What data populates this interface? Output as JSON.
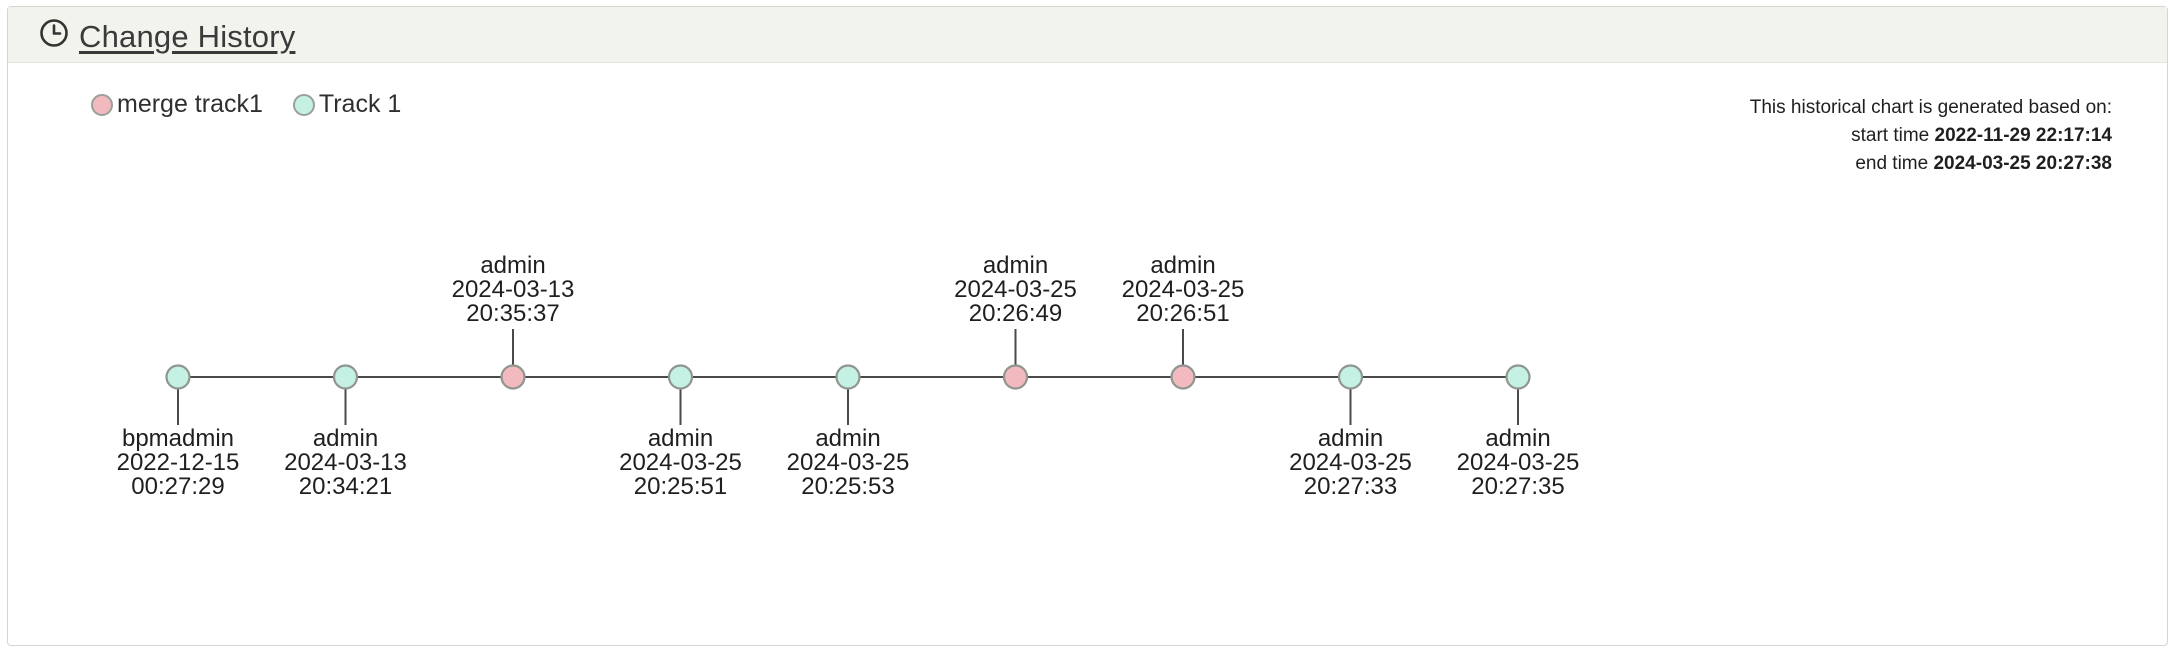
{
  "header": {
    "title": "Change History",
    "icon": "clock-icon"
  },
  "legend": [
    {
      "label": "merge track1",
      "color": "#f2b9bf"
    },
    {
      "label": "Track 1",
      "color": "#c4f1e3"
    }
  ],
  "info": {
    "intro": "This historical chart is generated based on:",
    "start_label": "start time",
    "start_value": "2022-11-29 22:17:14",
    "end_label": "end time",
    "end_value": "2024-03-25 20:27:38"
  },
  "timeline": {
    "events": [
      {
        "user": "bpmadmin",
        "date": "2022-12-15",
        "time": "00:27:29",
        "track": "Track 1"
      },
      {
        "user": "admin",
        "date": "2024-03-13",
        "time": "20:34:21",
        "track": "Track 1"
      },
      {
        "user": "admin",
        "date": "2024-03-13",
        "time": "20:35:37",
        "track": "merge track1"
      },
      {
        "user": "admin",
        "date": "2024-03-25",
        "time": "20:25:51",
        "track": "Track 1"
      },
      {
        "user": "admin",
        "date": "2024-03-25",
        "time": "20:25:53",
        "track": "Track 1"
      },
      {
        "user": "admin",
        "date": "2024-03-25",
        "time": "20:26:49",
        "track": "merge track1"
      },
      {
        "user": "admin",
        "date": "2024-03-25",
        "time": "20:26:51",
        "track": "merge track1"
      },
      {
        "user": "admin",
        "date": "2024-03-25",
        "time": "20:27:33",
        "track": "Track 1"
      },
      {
        "user": "admin",
        "date": "2024-03-25",
        "time": "20:27:35",
        "track": "Track 1"
      }
    ]
  }
}
